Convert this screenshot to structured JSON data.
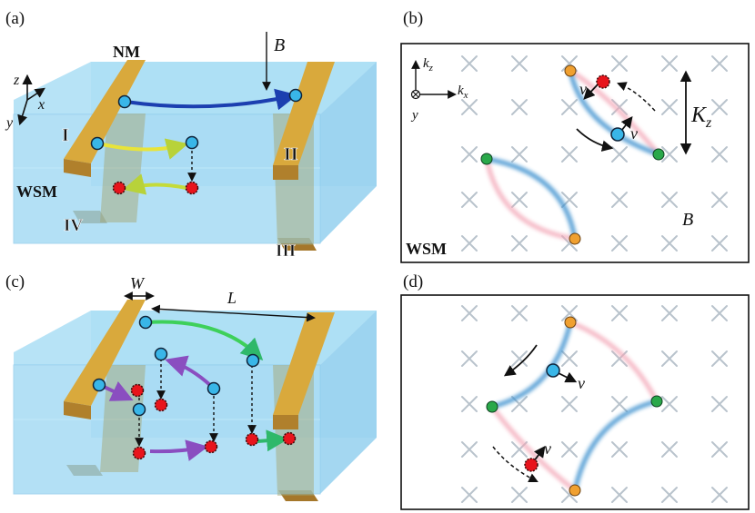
{
  "panels": {
    "a": "(a)",
    "b": "(b)",
    "c": "(c)",
    "d": "(d)"
  },
  "labels": {
    "nm": "NM",
    "wsm_a": "WSM",
    "wsm_b": "WSM",
    "B_a": "B",
    "B_b": "B",
    "W": "W",
    "L": "L",
    "Kz": "K",
    "Kz_sub": "z",
    "lead_I": "I",
    "lead_II": "II",
    "lead_III": "III",
    "lead_IV": "IV",
    "axis_x": "x",
    "axis_y": "y",
    "axis_z": "z",
    "axis_kz": "k",
    "axis_kz_sub": "z",
    "axis_kx": "k",
    "axis_kx_sub": "x",
    "axis_ky": "y",
    "v1": "v",
    "v2": "v",
    "v3": "v",
    "v4": "v"
  },
  "colors": {
    "slab": "#a8dcf5",
    "slab_edge": "#7cc4e8",
    "gold": "#d9a93c",
    "gold_dark": "#a5772a",
    "blue_dot": "#39b6e8",
    "red_dot": "#e8141c",
    "green_dot": "#2aa84a",
    "orange_dot": "#f0a030",
    "arc_blue": "#3b8fce",
    "arc_pink": "#f08aa0",
    "cross": "#b9c3cc"
  }
}
